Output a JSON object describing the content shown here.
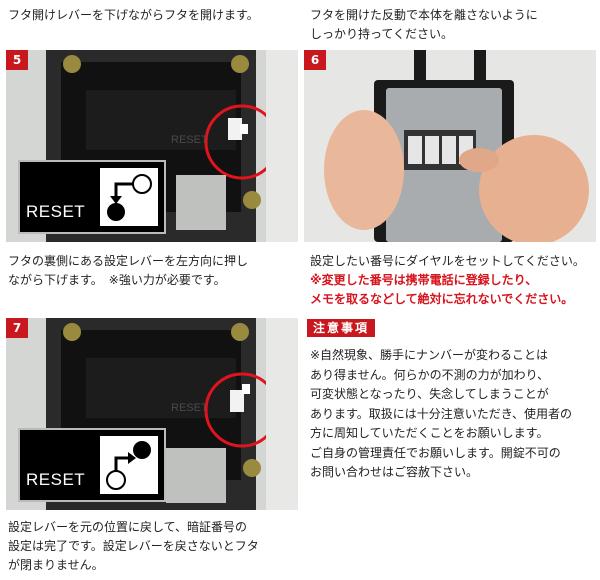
{
  "step_top_left_caption": "フタ開けレバーを下げながらフタを開けます。",
  "step_top_right_caption": "フタを開けた反動で本体を離さないように\nしっかり持ってください。",
  "step5": {
    "number": "5",
    "reset_label": "RESET",
    "engraved_text": "RESET",
    "caption": "フタの裏側にある設定レバーを左方向に押し\nながら下げます。　※強い力が必要です。"
  },
  "step6": {
    "number": "6",
    "caption": "設定したい番号にダイヤルをセットしてください。",
    "warning": "※変更した番号は携帯電話に登録したり、\nメモを取るなどして絶対に忘れないでください。"
  },
  "step7": {
    "number": "7",
    "reset_label": "RESET",
    "engraved_text": "RESET",
    "caption": "設定レバーを元の位置に戻して、暗証番号の\n設定は完了です。設定レバーを戻さないとフタ\nが閉まりません。"
  },
  "caution": {
    "heading": "注意事項",
    "body": "※自然現象、勝手にナンバーが変わることは\nあり得ません。何らかの不測の力が加わり、\n可変状態となったり、失念してしまうことが\nあります。取扱には十分注意いただき、使用者の\n方に周知していただくことをお願いします。\nご自身の管理責任でお願いします。開錠不可の\nお問い合わせはご容赦下さい。"
  },
  "colors": {
    "accent_red": "#c8181e",
    "warning_red": "#d7141e"
  }
}
